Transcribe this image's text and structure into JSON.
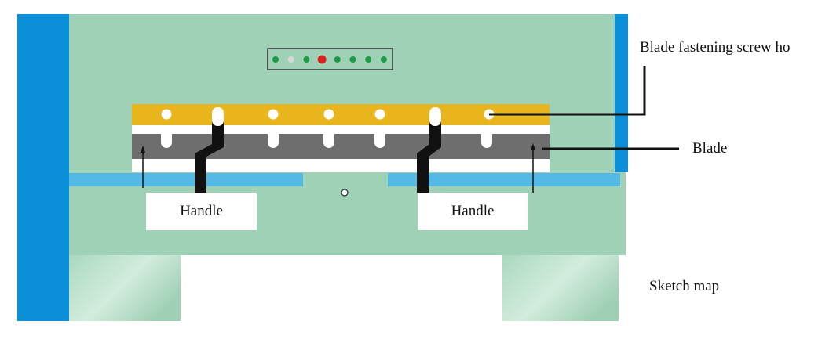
{
  "labels": {
    "blade_fastening": "Blade fastening screw ho",
    "blade": "Blade",
    "handle_left": "Handle",
    "handle_right": "Handle",
    "sketch_map": "Sketch map"
  },
  "colors": {
    "machine_body": "#9ed1b6",
    "side_panel": "#0a8fd8",
    "rail": "#55b9e5",
    "clamp_bar": "#e8b51c",
    "blade": "#6e6e6e",
    "handle": "#111111",
    "indicator_panel_border": "#333333",
    "led_green": "#1f9a49",
    "led_red": "#e02020",
    "led_off": "#d8d8d8"
  },
  "indicator_leds": [
    "green",
    "off",
    "green",
    "red",
    "green",
    "green",
    "green",
    "green"
  ]
}
